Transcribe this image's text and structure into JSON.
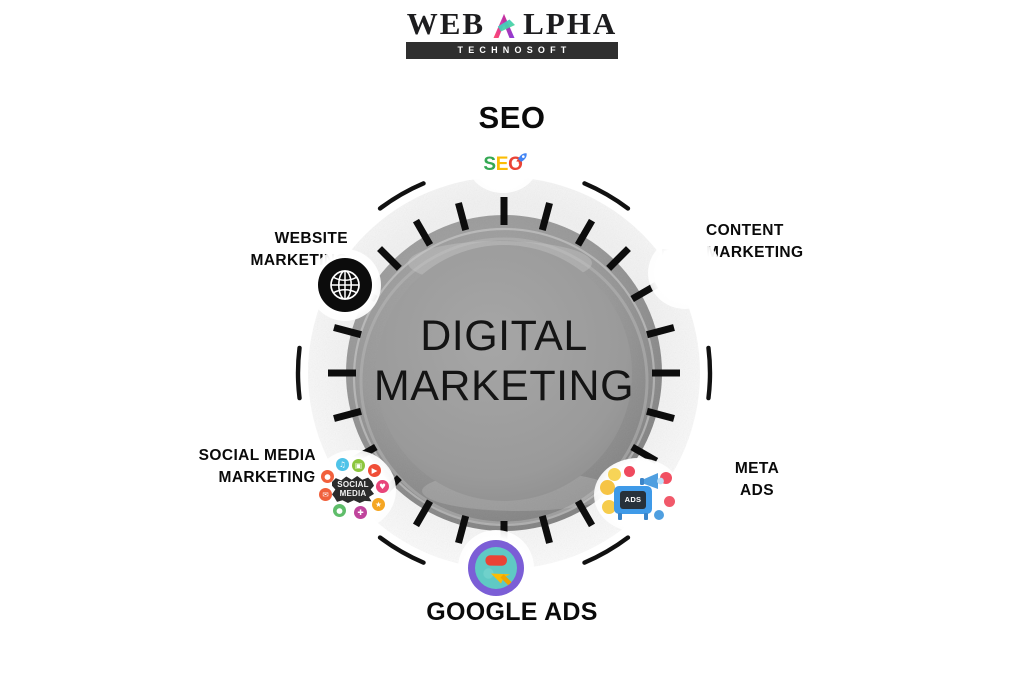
{
  "brand": {
    "word_1": "WEB",
    "alpha_icon": "alpha-a-gradient-icon",
    "word_2": "LPHA",
    "tagline": "TECHNOSOFT"
  },
  "diagram": {
    "center_line_1": "DIGITAL",
    "center_line_2": "MARKETING",
    "tick_count": 24,
    "colors": {
      "ring_stroke": "#111111",
      "tick": "#0d0d0d",
      "hub_outer": "#8f8f8f",
      "hub_inner": "#9b9b9b",
      "texture": "#efefef",
      "background": "#ffffff"
    },
    "nodes": [
      {
        "id": "seo",
        "label": "SEO",
        "icon": "seo-google-colors-icon",
        "position": "top",
        "icon_parts": {
          "s": "S",
          "e": "E",
          "o": "O",
          "rocket": "rocket-icon"
        }
      },
      {
        "id": "content-marketing",
        "label_line_1": "CONTENT",
        "label_line_2": "MARKETING",
        "icon": "document-pencil-icon",
        "position": "upper-right"
      },
      {
        "id": "meta-ads",
        "label_line_1": "META",
        "label_line_2": "ADS",
        "icon": "ads-tv-reactions-icon",
        "screen_text": "ADS",
        "position": "lower-right"
      },
      {
        "id": "google-ads",
        "label": "GOOGLE ADS",
        "icon": "google-ads-cursor-icon",
        "position": "bottom"
      },
      {
        "id": "social-media-marketing",
        "label_line_1": "SOCIAL MEDIA",
        "label_line_2": "MARKETING",
        "icon": "social-media-burst-icon",
        "burst_line_1": "SOCIAL",
        "burst_line_2": "MEDIA",
        "position": "lower-left"
      },
      {
        "id": "website-marketing",
        "label_line_1": "WEBSITE",
        "label_line_2": "MARKETING",
        "icon": "globe-icon",
        "position": "upper-left"
      }
    ]
  }
}
